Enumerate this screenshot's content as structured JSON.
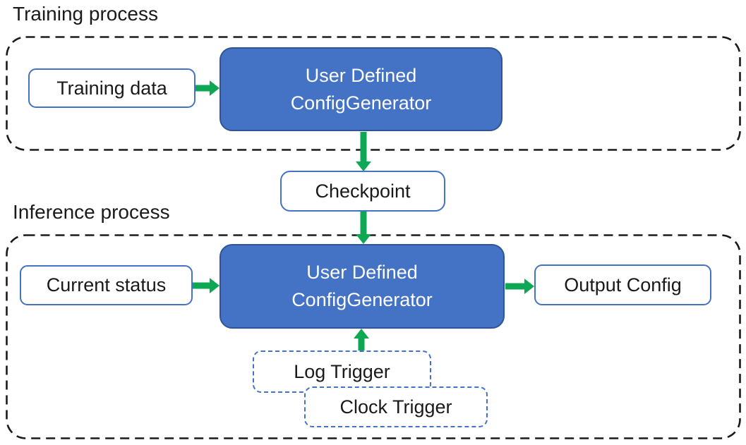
{
  "colors": {
    "box_blue": "#4472C4",
    "box_blue_border": "#2F5597",
    "outline_blue": "#4472C4",
    "arrow_green": "#0EA854",
    "dash_black": "#1a1a1a"
  },
  "training": {
    "title": "Training process",
    "input": "Training data",
    "generator_line1": "User Defined",
    "generator_line2": "ConfigGenerator"
  },
  "checkpoint": {
    "label": "Checkpoint"
  },
  "inference": {
    "title": "Inference process",
    "input": "Current status",
    "generator_line1": "User Defined",
    "generator_line2": "ConfigGenerator",
    "output": "Output Config",
    "trigger_log": "Log Trigger",
    "trigger_clock": "Clock Trigger"
  }
}
